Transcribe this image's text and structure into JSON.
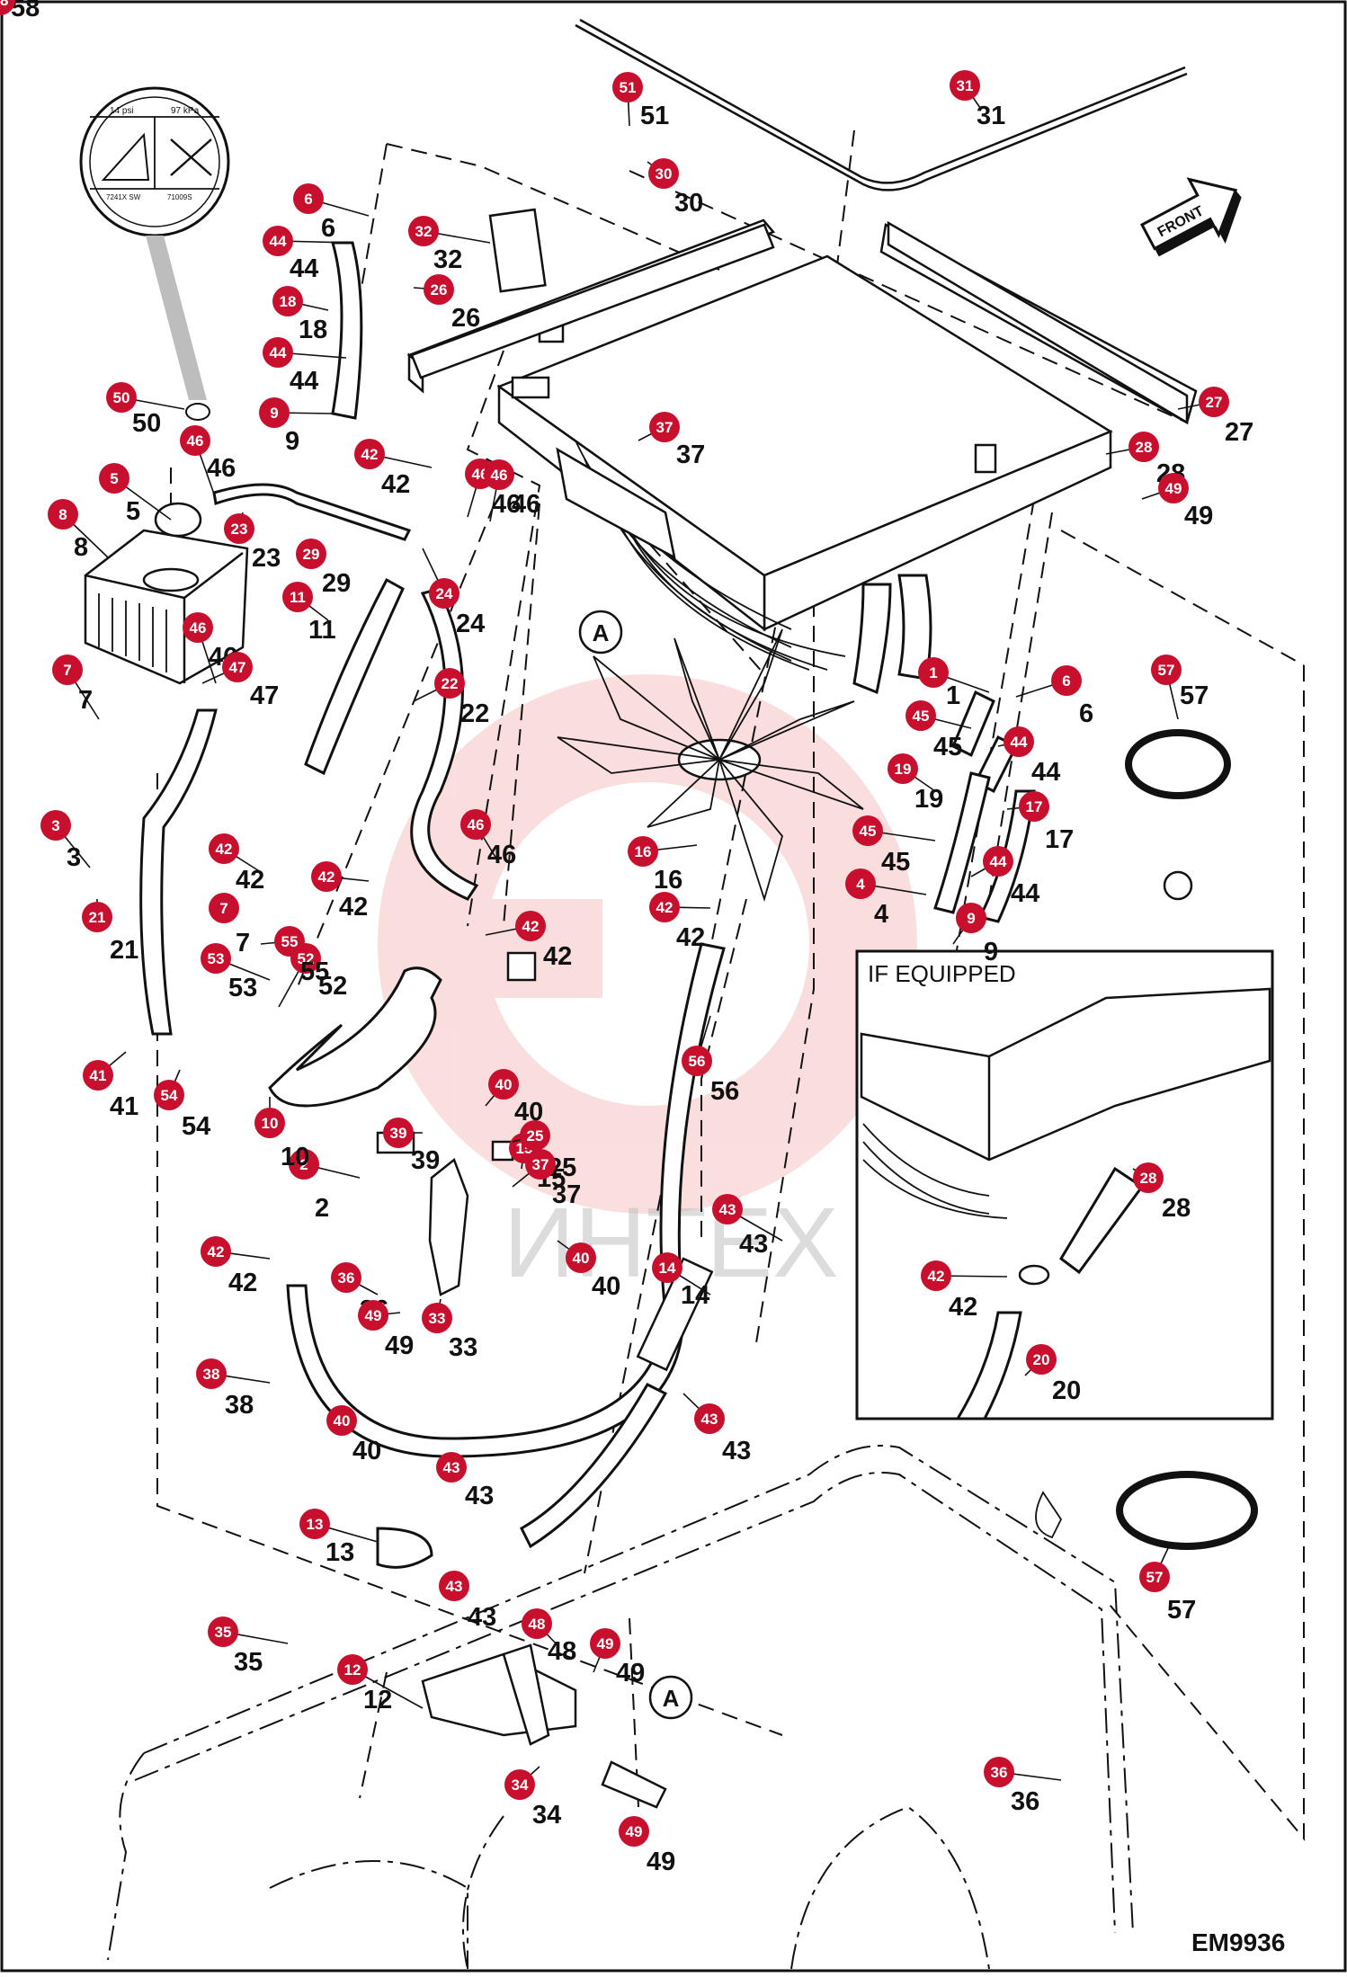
{
  "diagram": {
    "figure_code": "EM9936",
    "front_label": "FRONT",
    "inset_title": "IF EQUIPPED",
    "watermark_text": "ИНТЕХ",
    "decal": {
      "pressure_psi": "14 psi",
      "pressure_kpa": "97 kPa",
      "code_left": "7241X SW",
      "code_right": "71009S"
    },
    "detail_refs": [
      "A",
      "A"
    ],
    "colors": {
      "badge": "#c8102e",
      "watermark": "#e8474a",
      "line": "#111111"
    },
    "callouts": [
      {
        "n": "1",
        "label": "1"
      },
      {
        "n": "2",
        "label": "2"
      },
      {
        "n": "3",
        "label": "3"
      },
      {
        "n": "4",
        "label": "4"
      },
      {
        "n": "5",
        "label": "5"
      },
      {
        "n": "6",
        "label": "6"
      },
      {
        "n": "6",
        "label": "6"
      },
      {
        "n": "7",
        "label": "7"
      },
      {
        "n": "7",
        "label": "7"
      },
      {
        "n": "8",
        "label": "8"
      },
      {
        "n": "9",
        "label": "9"
      },
      {
        "n": "9",
        "label": "9"
      },
      {
        "n": "10",
        "label": "10"
      },
      {
        "n": "11",
        "label": "11"
      },
      {
        "n": "12",
        "label": "12"
      },
      {
        "n": "13",
        "label": "13"
      },
      {
        "n": "14",
        "label": "14"
      },
      {
        "n": "15",
        "label": "15"
      },
      {
        "n": "16",
        "label": "16"
      },
      {
        "n": "17",
        "label": "17"
      },
      {
        "n": "18",
        "label": "18"
      },
      {
        "n": "19",
        "label": "19"
      },
      {
        "n": "20",
        "label": "20"
      },
      {
        "n": "21",
        "label": "21"
      },
      {
        "n": "22",
        "label": "22"
      },
      {
        "n": "23",
        "label": "23"
      },
      {
        "n": "24",
        "label": "24"
      },
      {
        "n": "25",
        "label": "25"
      },
      {
        "n": "26",
        "label": "26"
      },
      {
        "n": "27",
        "label": "27"
      },
      {
        "n": "28",
        "label": "28"
      },
      {
        "n": "28",
        "label": "28"
      },
      {
        "n": "29",
        "label": "29"
      },
      {
        "n": "30",
        "label": "30"
      },
      {
        "n": "31",
        "label": "31"
      },
      {
        "n": "32",
        "label": "32"
      },
      {
        "n": "33",
        "label": "33"
      },
      {
        "n": "34",
        "label": "34"
      },
      {
        "n": "35",
        "label": "35"
      },
      {
        "n": "36",
        "label": "36"
      },
      {
        "n": "36",
        "label": "36"
      },
      {
        "n": "37",
        "label": "37"
      },
      {
        "n": "37",
        "label": "37"
      },
      {
        "n": "38",
        "label": "38"
      },
      {
        "n": "39",
        "label": "39"
      },
      {
        "n": "40",
        "label": "40"
      },
      {
        "n": "40",
        "label": "40"
      },
      {
        "n": "40",
        "label": "40"
      },
      {
        "n": "41",
        "label": "41"
      },
      {
        "n": "42",
        "label": "42"
      },
      {
        "n": "42",
        "label": "42"
      },
      {
        "n": "42",
        "label": "42"
      },
      {
        "n": "42",
        "label": "42"
      },
      {
        "n": "42",
        "label": "42"
      },
      {
        "n": "42",
        "label": "42"
      },
      {
        "n": "42",
        "label": "42"
      },
      {
        "n": "43",
        "label": "43"
      },
      {
        "n": "43",
        "label": "43"
      },
      {
        "n": "43",
        "label": "43"
      },
      {
        "n": "43",
        "label": "43"
      },
      {
        "n": "44",
        "label": "44"
      },
      {
        "n": "44",
        "label": "44"
      },
      {
        "n": "44",
        "label": "44"
      },
      {
        "n": "44",
        "label": "44"
      },
      {
        "n": "45",
        "label": "45"
      },
      {
        "n": "45",
        "label": "45"
      },
      {
        "n": "46",
        "label": "46"
      },
      {
        "n": "46",
        "label": "46"
      },
      {
        "n": "46",
        "label": "46"
      },
      {
        "n": "46",
        "label": "46"
      },
      {
        "n": "46",
        "label": "46"
      },
      {
        "n": "47",
        "label": "47"
      },
      {
        "n": "48",
        "label": "48"
      },
      {
        "n": "49",
        "label": "49"
      },
      {
        "n": "49",
        "label": "49"
      },
      {
        "n": "49",
        "label": "49"
      },
      {
        "n": "49",
        "label": "49"
      },
      {
        "n": "50",
        "label": "50"
      },
      {
        "n": "51",
        "label": "51"
      },
      {
        "n": "52",
        "label": "52"
      },
      {
        "n": "53",
        "label": "53"
      },
      {
        "n": "54",
        "label": "54"
      },
      {
        "n": "55",
        "label": "55"
      },
      {
        "n": "56",
        "label": "56"
      },
      {
        "n": "57",
        "label": "57"
      },
      {
        "n": "57",
        "label": "57"
      },
      {
        "n": "58",
        "label": "58"
      }
    ]
  }
}
